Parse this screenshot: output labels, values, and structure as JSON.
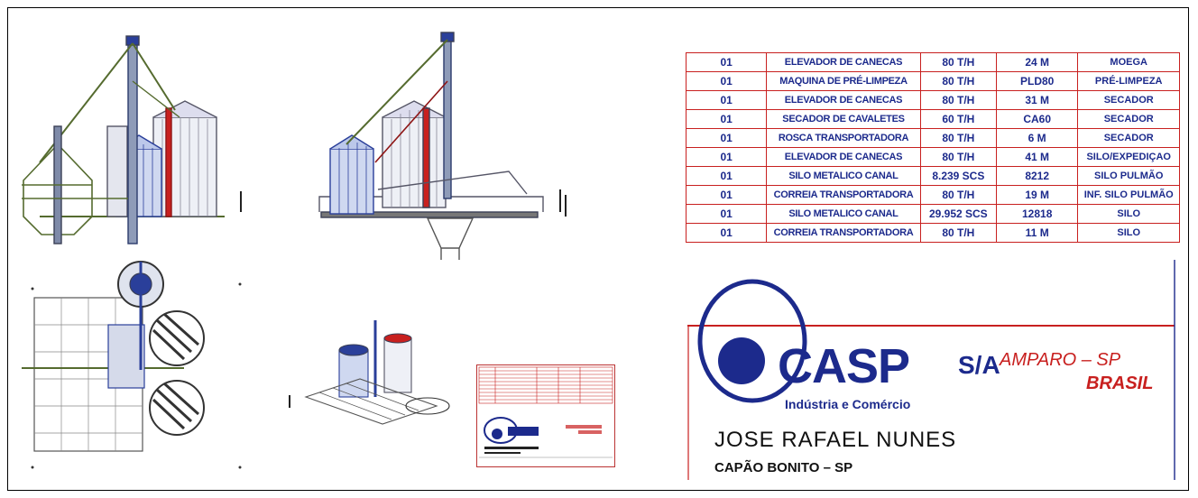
{
  "equipment_table": {
    "rows": [
      {
        "qty": "01",
        "desc": "ELEVADOR DE CANECAS",
        "capacity": "80 T/H",
        "size": "24 M",
        "use": "MOEGA"
      },
      {
        "qty": "01",
        "desc": "MAQUINA DE PRÉ-LIMPEZA",
        "capacity": "80 T/H",
        "size": "PLD80",
        "use": "PRÉ-LIMPEZA"
      },
      {
        "qty": "01",
        "desc": "ELEVADOR DE CANECAS",
        "capacity": "80 T/H",
        "size": "31 M",
        "use": "SECADOR"
      },
      {
        "qty": "01",
        "desc": "SECADOR DE CAVALETES",
        "capacity": "60 T/H",
        "size": "CA60",
        "use": "SECADOR"
      },
      {
        "qty": "01",
        "desc": "ROSCA TRANSPORTADORA",
        "capacity": "80 T/H",
        "size": "6 M",
        "use": "SECADOR"
      },
      {
        "qty": "01",
        "desc": "ELEVADOR DE CANECAS",
        "capacity": "80 T/H",
        "size": "41 M",
        "use": "SILO/EXPEDIÇAO"
      },
      {
        "qty": "01",
        "desc": "SILO METALICO CANAL",
        "capacity": "8.239 SCS",
        "size": "8212",
        "use": "SILO PULMÃO"
      },
      {
        "qty": "01",
        "desc": "CORREIA TRANSPORTADORA",
        "capacity": "80 T/H",
        "size": "19 M",
        "use": "INF. SILO PULMÃO"
      },
      {
        "qty": "01",
        "desc": "SILO METALICO CANAL",
        "capacity": "29.952 SCS",
        "size": "12818",
        "use": "SILO"
      },
      {
        "qty": "01",
        "desc": "CORREIA TRANSPORTADORA",
        "capacity": "80 T/H",
        "size": "11 M",
        "use": "SILO"
      }
    ]
  },
  "title_block": {
    "brand": "CASP",
    "brand_suffix": "S/A",
    "tagline": "Indústria e Comércio",
    "location_line1": "AMPARO – SP",
    "location_line2": "BRASIL",
    "client_name": "JOSE RAFAEL NUNES",
    "client_city": "CAPÃO BONITO – SP"
  },
  "colors": {
    "table_border": "#c8201f",
    "text_blue": "#1c2a8c",
    "accent_red": "#c8201f"
  }
}
